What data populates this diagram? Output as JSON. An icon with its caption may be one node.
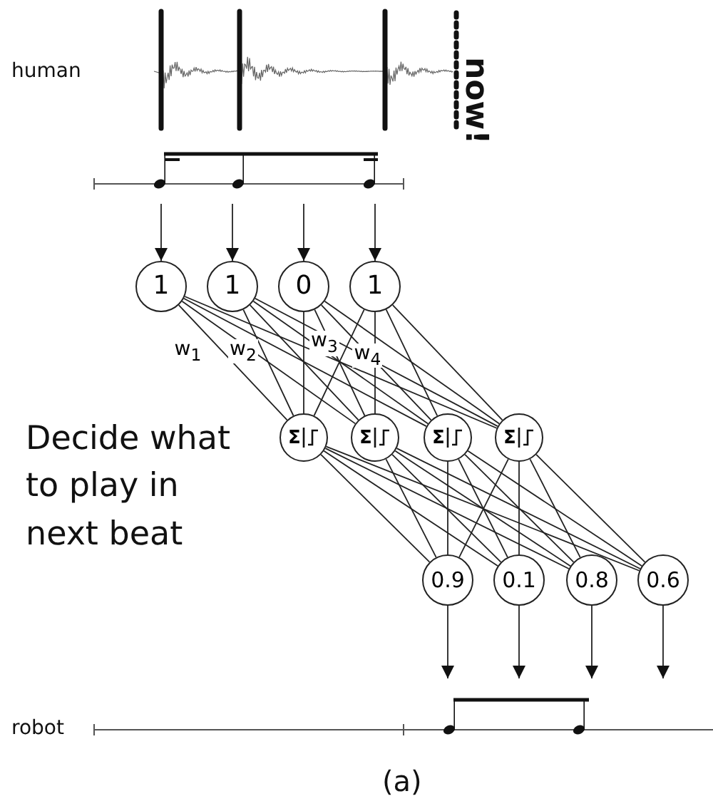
{
  "diagram": {
    "nodes": [
      {
        "text": [
          "1"
        ]
      },
      {
        "text": [
          "1"
        ]
      },
      {
        "text": [
          "0"
        ]
      },
      {
        "text": [
          "1"
        ]
      },
      {
        "text": [
          "Σ"
        ]
      },
      {
        "text": [
          "Σ"
        ]
      },
      {
        "text": [
          "Σ"
        ]
      },
      {
        "text": [
          "Σ"
        ]
      },
      {
        "text": [
          "0.9"
        ]
      },
      {
        "text": [
          "0.1"
        ]
      },
      {
        "text": [
          "0.8"
        ]
      },
      {
        "text": [
          "0.6"
        ]
      }
    ],
    "edges": [
      {
        "from": null,
        "to": 0,
        "arrow": "to"
      },
      {
        "from": null,
        "to": 1,
        "arrow": "to"
      },
      {
        "from": null,
        "to": 2,
        "arrow": "to"
      },
      {
        "from": null,
        "to": 3,
        "arrow": "to"
      },
      {
        "from": 0,
        "to": 4,
        "arrow": "none",
        "label": "w$_{1}$"
      },
      {
        "from": 0,
        "to": 5,
        "arrow": "none"
      },
      {
        "from": 0,
        "to": 6,
        "arrow": "none"
      },
      {
        "from": 0,
        "to": 7,
        "arrow": "none"
      },
      {
        "from": 1,
        "to": 4,
        "arrow": "none",
        "label": "w$_{2}$"
      },
      {
        "from": 1,
        "to": 5,
        "arrow": "none"
      },
      {
        "from": 1,
        "to": 6,
        "arrow": "none"
      },
      {
        "from": 1,
        "to": 7,
        "arrow": "none"
      },
      {
        "from": 2,
        "to": 4,
        "arrow": "none",
        "label": "w$_{3}$"
      },
      {
        "from": 2,
        "to": 5,
        "arrow": "none"
      },
      {
        "from": 2,
        "to": 6,
        "arrow": "none"
      },
      {
        "from": 2,
        "to": 7,
        "arrow": "none"
      },
      {
        "from": 3,
        "to": 4,
        "arrow": "none",
        "label": "w$_{4}$"
      },
      {
        "from": 3,
        "to": 5,
        "arrow": "none"
      },
      {
        "from": 3,
        "to": 6,
        "arrow": "none"
      },
      {
        "from": 3,
        "to": 7,
        "arrow": "none"
      },
      {
        "from": 4,
        "to": 8,
        "arrow": "none"
      },
      {
        "from": 4,
        "to": 9,
        "arrow": "none"
      },
      {
        "from": 4,
        "to": 10,
        "arrow": "none"
      },
      {
        "from": 4,
        "to": 11,
        "arrow": "none"
      },
      {
        "from": 5,
        "to": 8,
        "arrow": "none"
      },
      {
        "from": 5,
        "to": 9,
        "arrow": "none"
      },
      {
        "from": 5,
        "to": 10,
        "arrow": "none"
      },
      {
        "from": 5,
        "to": 11,
        "arrow": "none"
      },
      {
        "from": 6,
        "to": 8,
        "arrow": "none"
      },
      {
        "from": 6,
        "to": 9,
        "arrow": "none"
      },
      {
        "from": 6,
        "to": 10,
        "arrow": "none"
      },
      {
        "from": 6,
        "to": 11,
        "arrow": "none"
      },
      {
        "from": 7,
        "to": 8,
        "arrow": "none"
      },
      {
        "from": 7,
        "to": 9,
        "arrow": "none"
      },
      {
        "from": 7,
        "to": 10,
        "arrow": "none"
      },
      {
        "from": 7,
        "to": 11,
        "arrow": "none"
      },
      {
        "from": 8,
        "to": null,
        "arrow": "to"
      },
      {
        "from": 9,
        "to": null,
        "arrow": "to"
      },
      {
        "from": 10,
        "to": null,
        "arrow": "to"
      },
      {
        "from": 11,
        "to": null,
        "arrow": "to"
      }
    ],
    "labels": [
      "human",
      "now!",
      "Decide what to play in next beat",
      "robot",
      "(a)"
    ]
  }
}
